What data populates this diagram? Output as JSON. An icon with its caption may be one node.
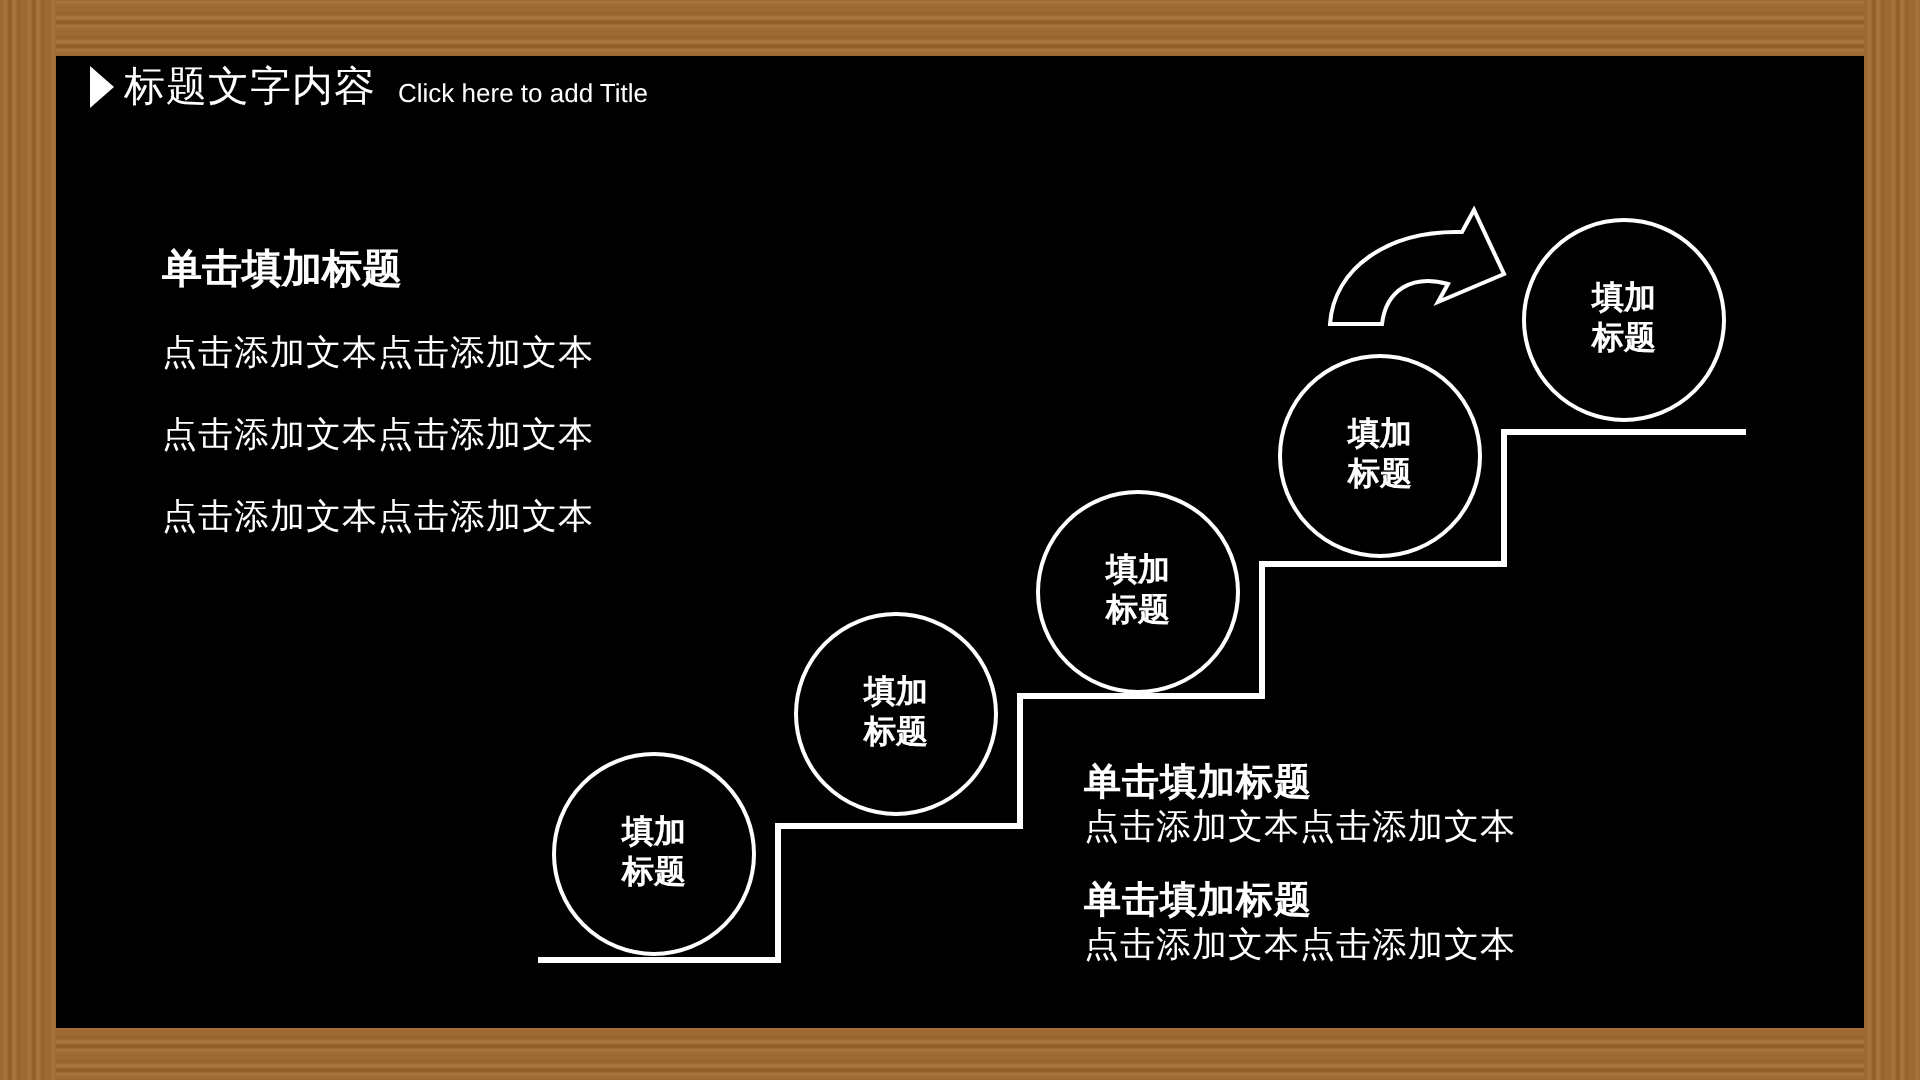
{
  "diagram": {
    "title": "标题文字内容",
    "nodes": [
      {
        "text": [
          "填加标题"
        ]
      },
      {
        "text": [
          "填加标题"
        ]
      },
      {
        "text": [
          "填加标题"
        ]
      },
      {
        "text": [
          "填加标题"
        ]
      },
      {
        "text": [
          "填加标题"
        ]
      }
    ],
    "edges": [
      {
        "from": 3,
        "to": 4,
        "arrow": "to"
      }
    ],
    "labels": [
      "Click here to add Title",
      "单击填加标题",
      "点击添加文本点击添加文本",
      "点击添加文本点击添加文本",
      "点击添加文本点击添加文本",
      "单击填加标题",
      "点击添加文本点击添加文本",
      "单击填加标题",
      "点击添加文本点击添加文本"
    ]
  }
}
